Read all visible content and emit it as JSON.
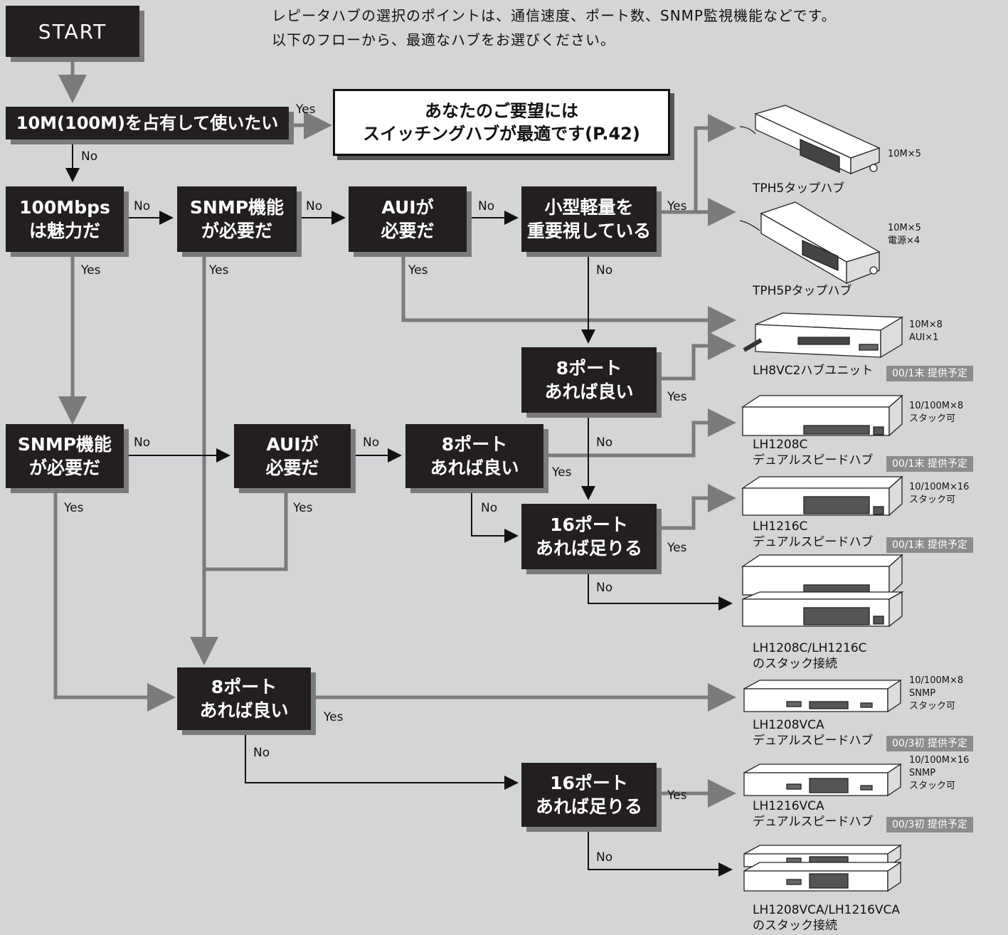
{
  "intro": {
    "line1": "レピータハブの選択のポイントは、通信速度、ポート数、SNMP監視機能などです。",
    "line2": "以下のフローから、最適なハブをお選びください。"
  },
  "nodes": {
    "start": "START",
    "q_exclusive": "10M(100M)を占有して使いたい",
    "q_100mbps": [
      "100Mbps",
      "は魅力だ"
    ],
    "q_snmp_top": [
      "SNMP機能",
      "が必要だ"
    ],
    "q_aui_top": [
      "AUIが",
      "必要だ"
    ],
    "q_compact": [
      "小型軽量を",
      "重要視している"
    ],
    "q_8port_a": [
      "8ポート",
      "あれば良い"
    ],
    "q_snmp_mid": [
      "SNMP機能",
      "が必要だ"
    ],
    "q_aui_mid": [
      "AUIが",
      "必要だ"
    ],
    "q_8port_b": [
      "8ポート",
      "あれば良い"
    ],
    "q_16port_a": [
      "16ポート",
      "あれば足りる"
    ],
    "q_8port_c": [
      "8ポート",
      "あれば良い"
    ],
    "q_16port_b": [
      "16ポート",
      "あれば足りる"
    ]
  },
  "switching_result": [
    "あなたのご要望には",
    "スイッチングハブが最適です(P.42)"
  ],
  "labels": {
    "yes": "Yes",
    "no": "No"
  },
  "products": [
    {
      "name": [
        "TPH5タップハブ"
      ],
      "spec": [
        "10M×5"
      ],
      "badge": ""
    },
    {
      "name": [
        "TPH5Pタップハブ"
      ],
      "spec": [
        "10M×5",
        "電源×4"
      ],
      "badge": ""
    },
    {
      "name": [
        "LH8VC2ハブユニット"
      ],
      "spec": [
        "10M×8",
        "AUI×1"
      ],
      "badge": "00/1末 提供予定"
    },
    {
      "name": [
        "LH1208C",
        "デュアルスピードハブ"
      ],
      "spec": [
        "10/100M×8",
        "スタック可"
      ],
      "badge": "00/1末 提供予定"
    },
    {
      "name": [
        "LH1216C",
        "デュアルスピードハブ"
      ],
      "spec": [
        "10/100M×16",
        "スタック可"
      ],
      "badge": "00/1末 提供予定"
    },
    {
      "name": [
        "LH1208C/LH1216C",
        "のスタック接続"
      ],
      "spec": [],
      "badge": ""
    },
    {
      "name": [
        "LH1208VCA",
        "デュアルスピードハブ"
      ],
      "spec": [
        "10/100M×8",
        "SNMP",
        "スタック可"
      ],
      "badge": "00/3初 提供予定"
    },
    {
      "name": [
        "LH1216VCA",
        "デュアルスピードハブ"
      ],
      "spec": [
        "10/100M×16",
        "SNMP",
        "スタック可"
      ],
      "badge": "00/3初 提供予定"
    },
    {
      "name": [
        "LH1208VCA/LH1216VCA",
        "のスタック接続"
      ],
      "spec": [],
      "badge": ""
    }
  ],
  "colors": {
    "box": "#231f20",
    "arrow": "#7b7b7d",
    "line": "#111111",
    "badge": "#8c8c8e",
    "background": "#d4d5d7"
  }
}
